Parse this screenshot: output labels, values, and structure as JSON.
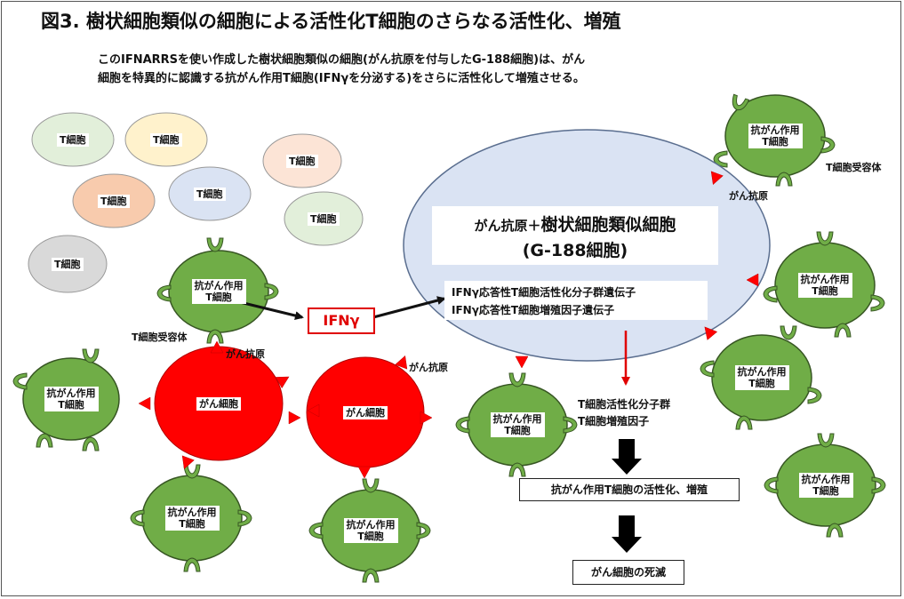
{
  "title": "図3. 樹状細胞類似の細胞による活性化T細胞のさらなる活性化、増殖",
  "description": [
    "このIFNARRSを使い作成した樹状細胞類似の細胞(がん抗原を付与したG-188細胞)は、がん",
    "細胞を特異的に認識する抗がん作用T細胞(IFNγを分泌する)をさらに活性化して増殖させる。"
  ],
  "naive_t_cell_label": "T細胞",
  "cytotoxic_t_cell_label": [
    "抗がん作用",
    "T細胞"
  ],
  "cancer_cell_label": "がん細胞",
  "receptor_label": "T細胞受容体",
  "antigen_label": "がん抗原",
  "ifn_label": "IFNγ",
  "dc": {
    "line1_small": "がん抗原＋",
    "line1_big": "樹状細胞類似細胞",
    "line2": "(G-188細胞)",
    "genes": [
      "IFNγ応答性T細胞活性化分子群遺伝子",
      "IFNγ応答性T細胞増殖因子遺伝子"
    ]
  },
  "factors": [
    "T細胞活性化分子群",
    "T細胞増殖因子"
  ],
  "result1": "抗がん作用T細胞の活性化、増殖",
  "result2": "がん細胞の死滅",
  "colors": {
    "t_cells": [
      "#e2efda",
      "#fff2cc",
      "#fce4d6",
      "#f8cbad",
      "#dae3f3",
      "#e2efda",
      "#d9d9d9"
    ],
    "cell_border": "#999999",
    "cytotoxic_fill": "#70ad47",
    "cytotoxic_border": "#375623",
    "cancer_fill": "#ff0000",
    "dc_fill": "#dae3f3",
    "arrow_red": "#e00000"
  }
}
